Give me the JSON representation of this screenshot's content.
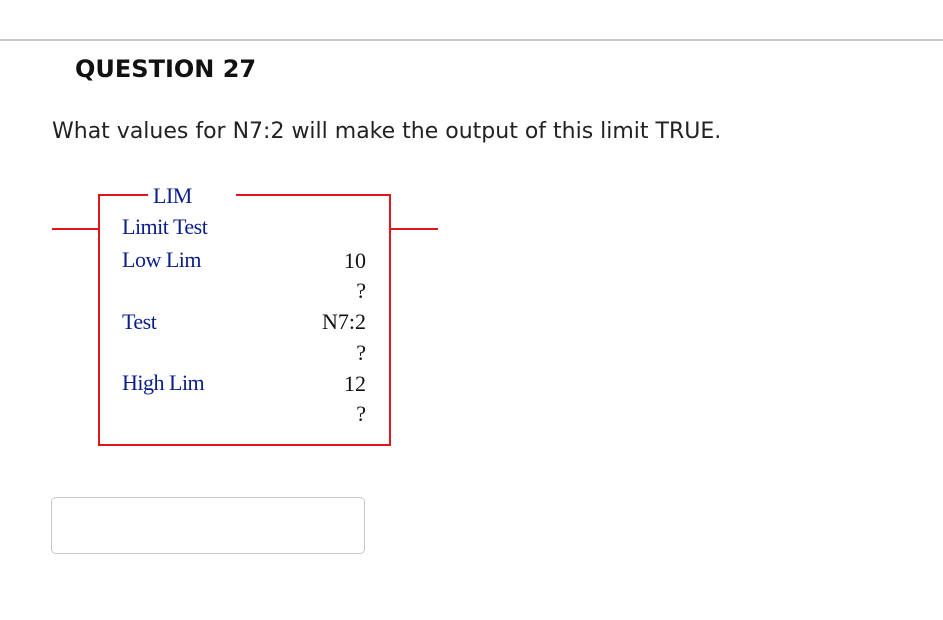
{
  "question": {
    "title": "QUESTION 27",
    "prompt": "What values for N7:2 will make the output of this limit TRUE."
  },
  "ladder": {
    "instruction": "LIM",
    "description": "Limit Test",
    "rows": [
      {
        "label": "Low Lim",
        "value": "10",
        "current": "?"
      },
      {
        "label": "Test",
        "value": "N7:2",
        "current": "?"
      },
      {
        "label": "High Lim",
        "value": "12",
        "current": "?"
      }
    ],
    "colors": {
      "rung": "#e0181e",
      "label_text": "#0a1e8a",
      "value_text": "#111111"
    }
  },
  "answer": {
    "value": ""
  }
}
